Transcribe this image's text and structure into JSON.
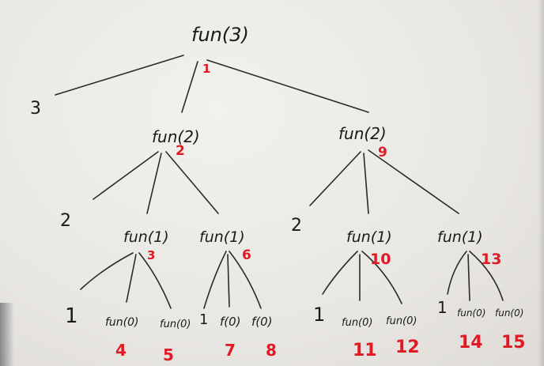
{
  "diagram": {
    "nodes": [
      {
        "id": "n_f3",
        "label": "fun(3)",
        "order": "1"
      },
      {
        "id": "n_f2a",
        "label": "fun(2)",
        "order": "2"
      },
      {
        "id": "n_f2b",
        "label": "fun(2)",
        "order": "9"
      },
      {
        "id": "n_f1a",
        "label": "fun(1)",
        "order": "3"
      },
      {
        "id": "n_f1b",
        "label": "fun(1)",
        "order": "6"
      },
      {
        "id": "n_f1c",
        "label": "fun(1)",
        "order": "10"
      },
      {
        "id": "n_f1d",
        "label": "fun(1)",
        "order": "13"
      },
      {
        "id": "n_f0a",
        "label": "fun(0)",
        "order": "4"
      },
      {
        "id": "n_f0b",
        "label": "fun(0)",
        "order": "5"
      },
      {
        "id": "n_f0c",
        "label": "f(0)",
        "order": "7"
      },
      {
        "id": "n_f0d",
        "label": "f(0)",
        "order": "8"
      },
      {
        "id": "n_f0e",
        "label": "fun(0)",
        "order": "11"
      },
      {
        "id": "n_f0f",
        "label": "fun(0)",
        "order": "12"
      },
      {
        "id": "n_f0g",
        "label": "fun(0)",
        "order": "14"
      },
      {
        "id": "n_f0h",
        "label": "fun(0)",
        "order": "15"
      }
    ],
    "printed_values": [
      {
        "id": "p3",
        "text": "3"
      },
      {
        "id": "p2a",
        "text": "2"
      },
      {
        "id": "p2b",
        "text": "2"
      },
      {
        "id": "p1a",
        "text": "1"
      },
      {
        "id": "p1b",
        "text": "1"
      },
      {
        "id": "p1c",
        "text": "1"
      },
      {
        "id": "p1d",
        "text": "1"
      }
    ],
    "colors": {
      "ink": "#1a1a1a",
      "order_numbers": "#e01a24",
      "board": "#efede9"
    }
  }
}
